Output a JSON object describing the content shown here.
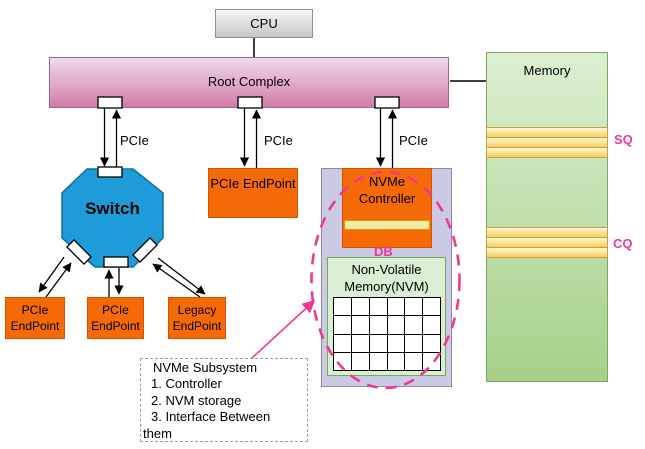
{
  "cpu": {
    "label": "CPU"
  },
  "root_complex": {
    "label": "Root Complex"
  },
  "memory": {
    "label": "Memory",
    "sq_label": "SQ",
    "cq_label": "CQ"
  },
  "links": {
    "pcie_to_switch": "PCIe",
    "pcie_to_endpoint": "PCIe",
    "pcie_to_nvme": "PCIe"
  },
  "switch": {
    "label": "Switch"
  },
  "endpoints": [
    {
      "label": "PCIe EndPoint"
    },
    {
      "label": "PCIe EndPoint"
    },
    {
      "label": "Legacy EndPoint"
    }
  ],
  "direct_endpoint": {
    "label": "PCIe EndPoint"
  },
  "nvme_subsystem": {
    "controller_label": "NVMe Controller",
    "doorbell_label": "DB",
    "nvm_label": "Non-Volatile Memory(NVM)"
  },
  "annotation": {
    "title": "NVMe Subsystem",
    "items": [
      "1. Controller",
      "2. NVM storage",
      "3. Interface Between",
      "them"
    ]
  },
  "colors": {
    "accent_pink": "#f0388e",
    "node_orange": "#f56a07",
    "switch_blue": "#1d9cd9",
    "memory_green": "#bcdda4",
    "queue_yellow": "#f6dd7c",
    "subsystem_lavender": "#cbcae4",
    "root_complex_pink": "#d27ba6",
    "cpu_gray": "#dddddd"
  }
}
